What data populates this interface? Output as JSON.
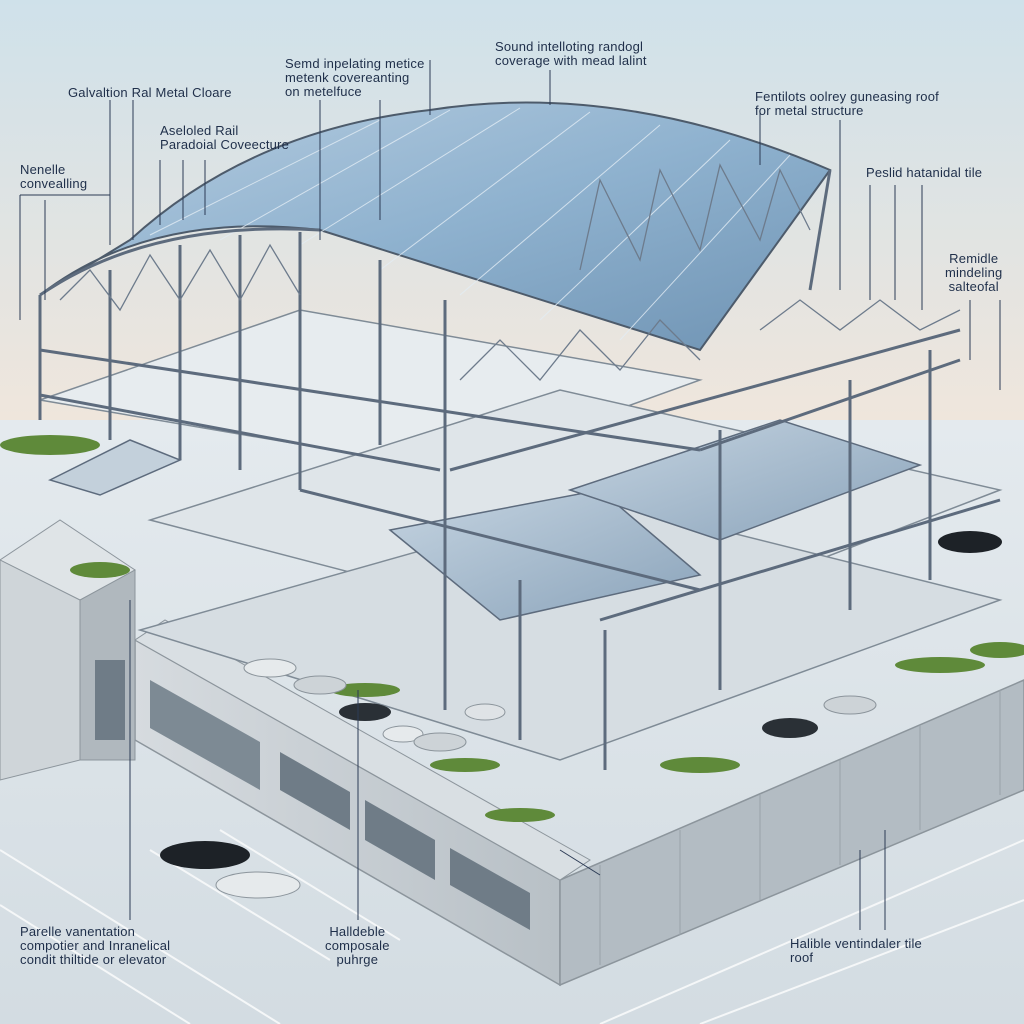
{
  "labels": {
    "top_left_1": "Galvaltion Ral Metal Cloare",
    "top_left_2": "Aseloled Rail\nParadoial Coveecture",
    "left_1": "Nenelle\nconvealling",
    "top_center_1": "Semd inpelating metice\nmetenk covereanting\non metelfuce",
    "top_center_2": "Sound intelloting randogl\ncoverage with mead lalint",
    "top_right_1": "Fentilots oolrey guneasing roof\nfor metal structure",
    "right_1": "Peslid hatanidal tile",
    "right_2": "Remidle\nmindeling\nsalteofal",
    "bottom_left": "Parelle vanentation\ncompotier and Inranelical\ncondit thiltide or elevator",
    "bottom_center": "Halldeble\ncomposale\npuhrge",
    "bottom_right": "Halible ventindaler tile\nroof"
  },
  "colors": {
    "sky_top": "#cfe1ea",
    "sky_bottom": "#f0e6dc",
    "roof_glass": "#8fb2cf",
    "steel": "#5d6b7d",
    "concrete": "#c9cfd4",
    "ground": "#dde4e9",
    "greenery": "#5f8a3a",
    "label_text": "#1f2f4a"
  }
}
